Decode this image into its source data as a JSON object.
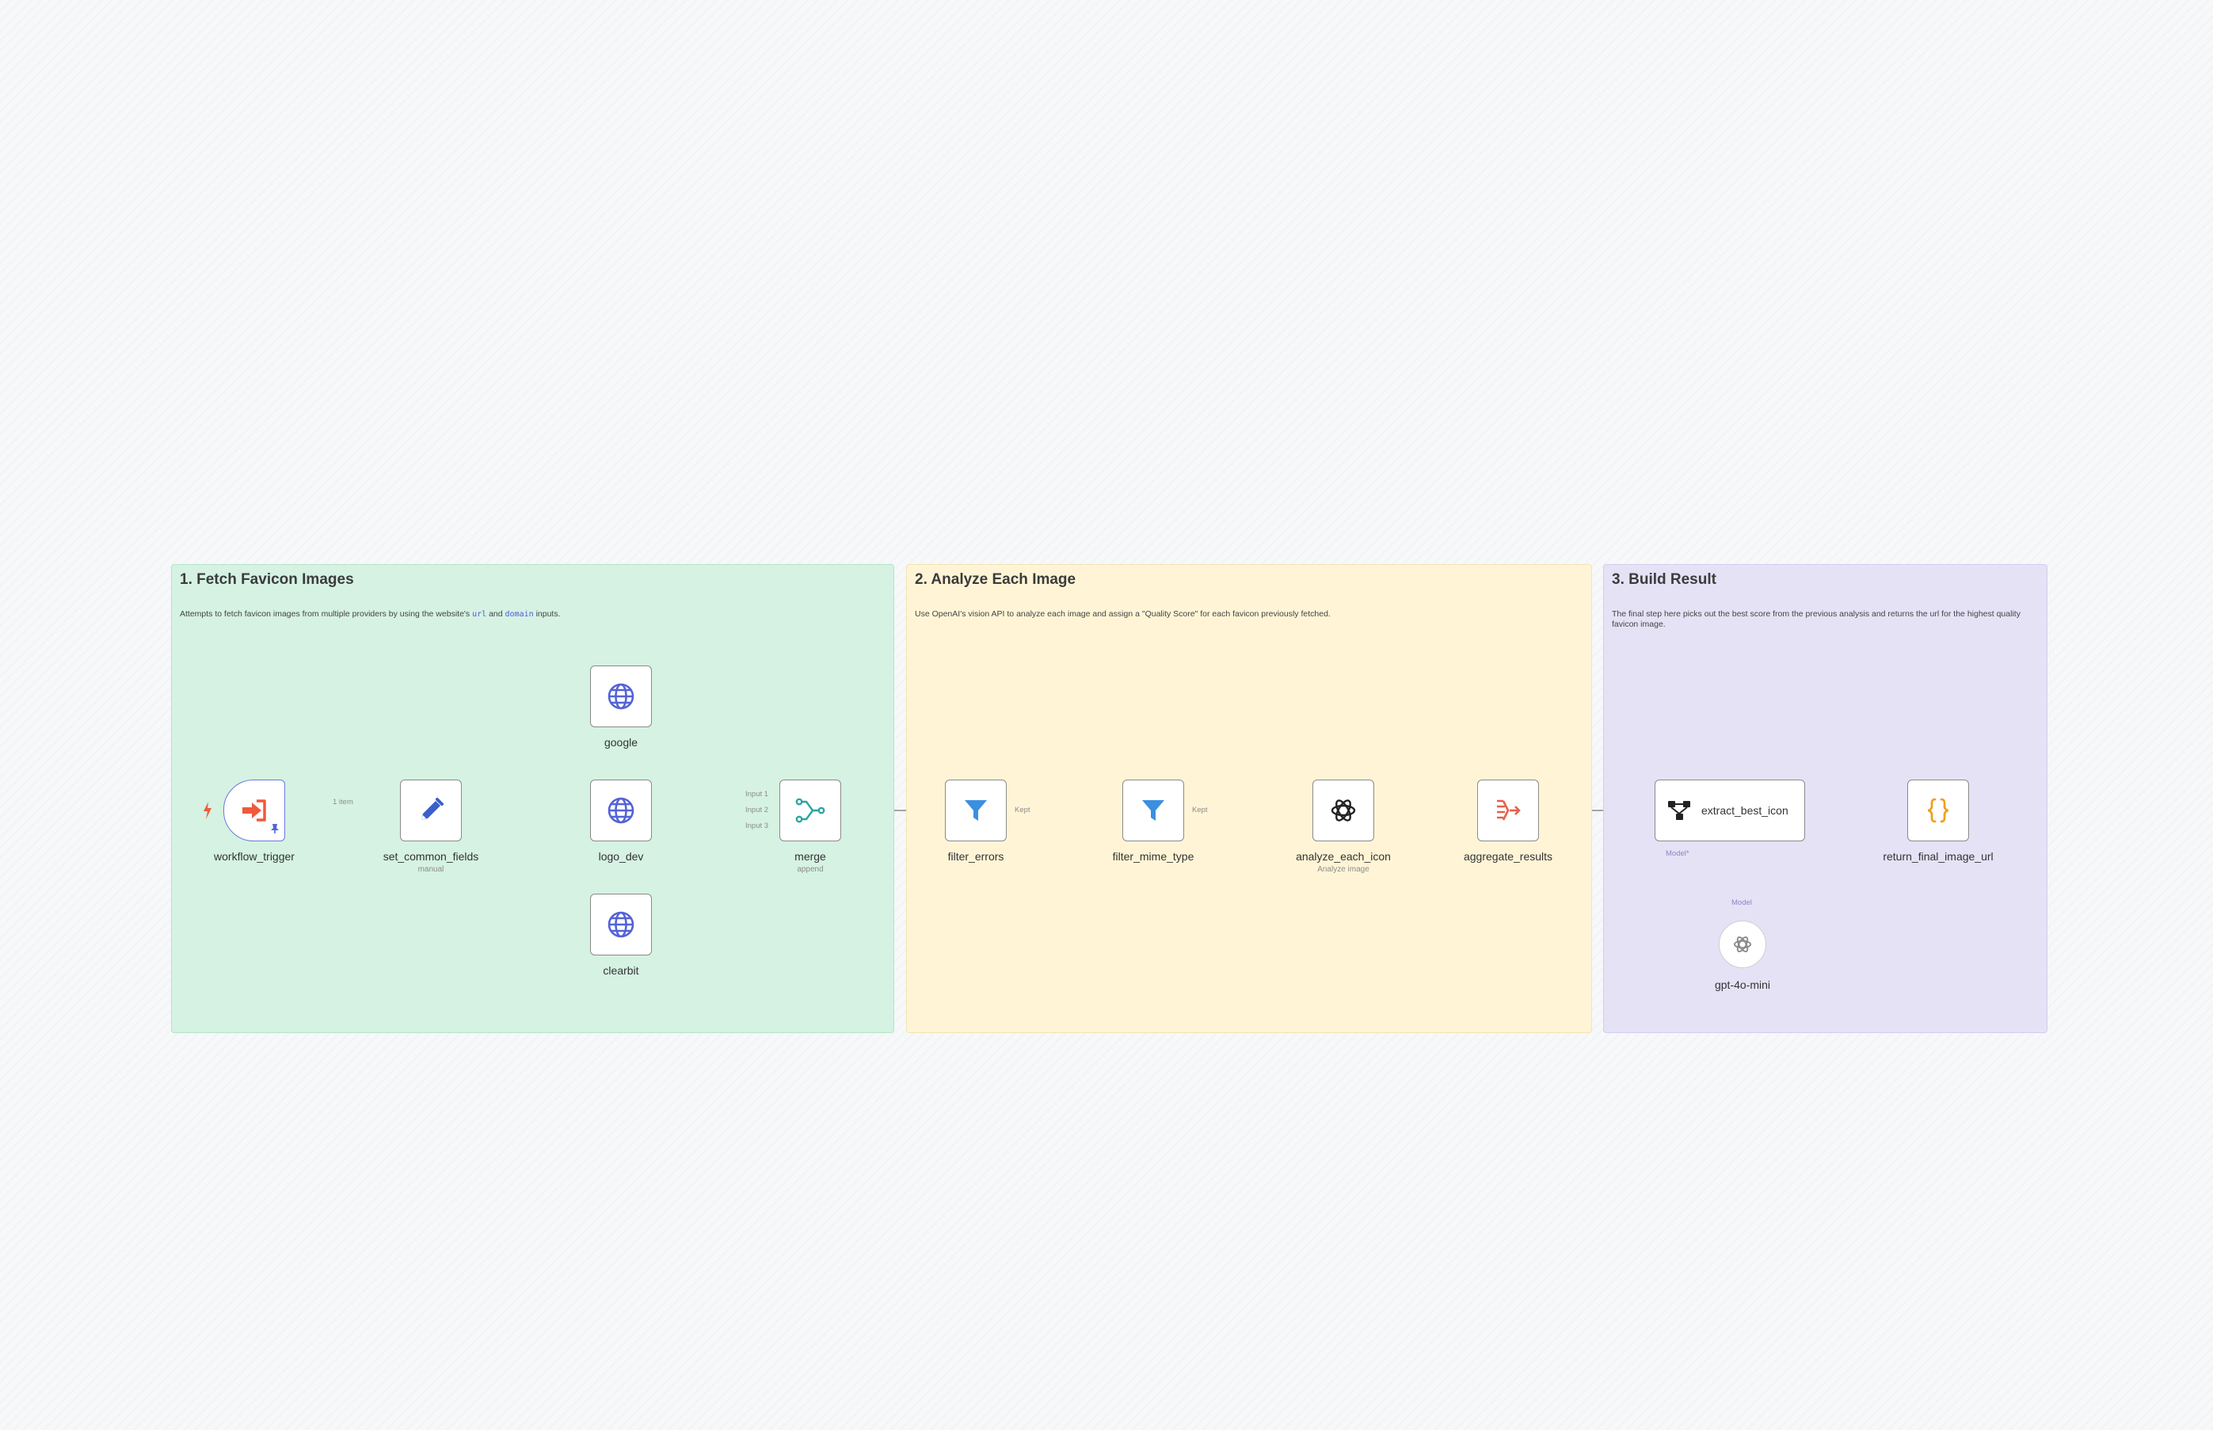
{
  "colors": {
    "section_fetch_bg": "#d5f2e3",
    "section_fetch_border": "#b6e3c9",
    "section_analyze_bg": "#fff5d6",
    "section_analyze_border": "#f3e4b0",
    "section_build_bg": "#e5e2f6",
    "section_build_border": "#d3cdef",
    "edge": "#8a8a8a",
    "handle": "#7a7a7a",
    "ai_edge": "#8c86c9",
    "trigger_accent": "#ef5a3a",
    "globe": "#5363d6",
    "filter": "#3b8fe0",
    "merge": "#2aa5a0",
    "code": "#f0a020",
    "aggregate": "#e6604a"
  },
  "sections": [
    {
      "title": "1. Fetch Favicon Images",
      "description": {
        "before": "Attempts to fetch favicon images from multiple providers by using the website's",
        "code1": "url",
        "middle": "and",
        "code2": "domain",
        "after": "inputs."
      }
    },
    {
      "title": "2. Analyze Each Image",
      "description": {
        "text": "Use OpenAI's vision API to analyze each image and assign a \"Quality Score\" for each favicon previously fetched."
      }
    },
    {
      "title": "3. Build Result",
      "description": {
        "text": "The final step here picks out the best score from the previous analysis and returns the url for the highest quality favicon image."
      }
    }
  ],
  "nodes": {
    "workflow_trigger": {
      "label": "workflow_trigger",
      "icon": "trigger-sign-in-icon"
    },
    "set_common_fields": {
      "label": "set_common_fields",
      "sublabel": "manual",
      "icon": "pencil-icon"
    },
    "google": {
      "label": "google",
      "icon": "globe-icon"
    },
    "logo_dev": {
      "label": "logo_dev",
      "icon": "globe-icon"
    },
    "clearbit": {
      "label": "clearbit",
      "icon": "globe-icon"
    },
    "merge": {
      "label": "merge",
      "sublabel": "append",
      "icon": "merge-icon"
    },
    "filter_errors": {
      "label": "filter_errors",
      "icon": "filter-icon"
    },
    "filter_mime_type": {
      "label": "filter_mime_type",
      "icon": "filter-icon"
    },
    "analyze_each_icon": {
      "label": "analyze_each_icon",
      "sublabel": "Analyze image",
      "icon": "openai-icon"
    },
    "aggregate_results": {
      "label": "aggregate_results",
      "icon": "aggregate-icon"
    },
    "extract_best_icon": {
      "label": "extract_best_icon",
      "icon": "chain-icon"
    },
    "return_final_image_url": {
      "label": "return_final_image_url",
      "icon": "code-braces-icon"
    },
    "gpt_4o_mini": {
      "label": "gpt-4o-mini",
      "icon": "openai-icon"
    }
  },
  "edge_labels": {
    "trigger_to_set": "1 item",
    "merge_input_1": "Input 1",
    "merge_input_2": "Input 2",
    "merge_input_3": "Input 3",
    "filter_errors_kept": "Kept",
    "filter_mime_kept": "Kept",
    "extract_model": "Model*",
    "gpt_model": "Model"
  }
}
